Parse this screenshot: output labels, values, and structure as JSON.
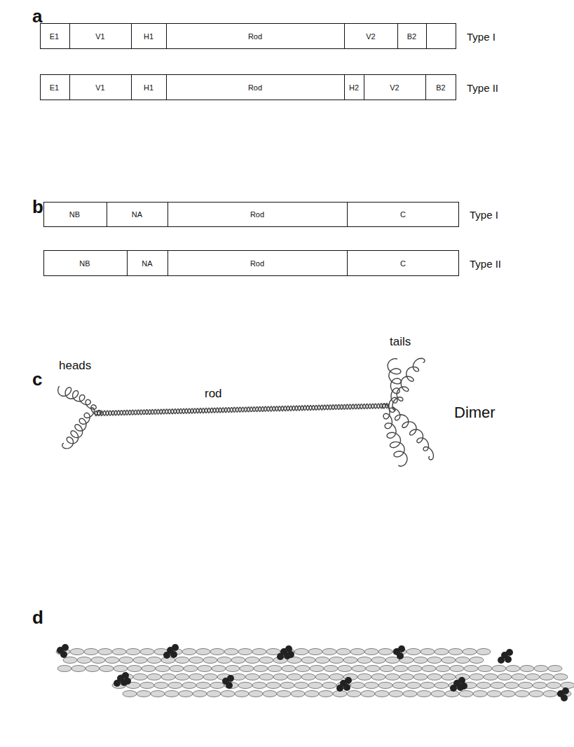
{
  "diagram": {
    "nodes": [
      {
        "text": [
          "Type I"
        ]
      },
      {
        "text": [
          "E1"
        ],
        "in": 0
      },
      {
        "text": [
          "V1"
        ],
        "in": 0
      },
      {
        "text": [
          "H1"
        ],
        "in": 0
      },
      {
        "text": [
          "Rod"
        ],
        "in": 0
      },
      {
        "text": [
          "V2"
        ],
        "in": 0
      },
      {
        "text": [
          "B2"
        ],
        "in": 0
      },
      {
        "text": [
          "Type II"
        ]
      },
      {
        "text": [
          "E1"
        ],
        "in": 7
      },
      {
        "text": [
          "V1"
        ],
        "in": 7
      },
      {
        "text": [
          "H1"
        ],
        "in": 7
      },
      {
        "text": [
          "Rod"
        ],
        "in": 7
      },
      {
        "text": [
          "H2"
        ],
        "in": 7
      },
      {
        "text": [
          "V2"
        ],
        "in": 7
      },
      {
        "text": [
          "B2"
        ],
        "in": 7
      },
      {
        "text": [
          "Type I"
        ]
      },
      {
        "text": [
          "NB"
        ],
        "in": 15
      },
      {
        "text": [
          "NA"
        ],
        "in": 15
      },
      {
        "text": [
          "Rod"
        ],
        "in": 15
      },
      {
        "text": [
          "C"
        ],
        "in": 15
      },
      {
        "text": [
          "Type II"
        ]
      },
      {
        "text": [
          "NB"
        ],
        "in": 20
      },
      {
        "text": [
          "NA"
        ],
        "in": 20
      },
      {
        "text": [
          "Rod"
        ],
        "in": 20
      },
      {
        "text": [
          "C"
        ],
        "in": 20
      }
    ],
    "labels": [
      "a",
      "b",
      "c",
      "d",
      "heads",
      "rod",
      "tails",
      "Dimer"
    ]
  }
}
